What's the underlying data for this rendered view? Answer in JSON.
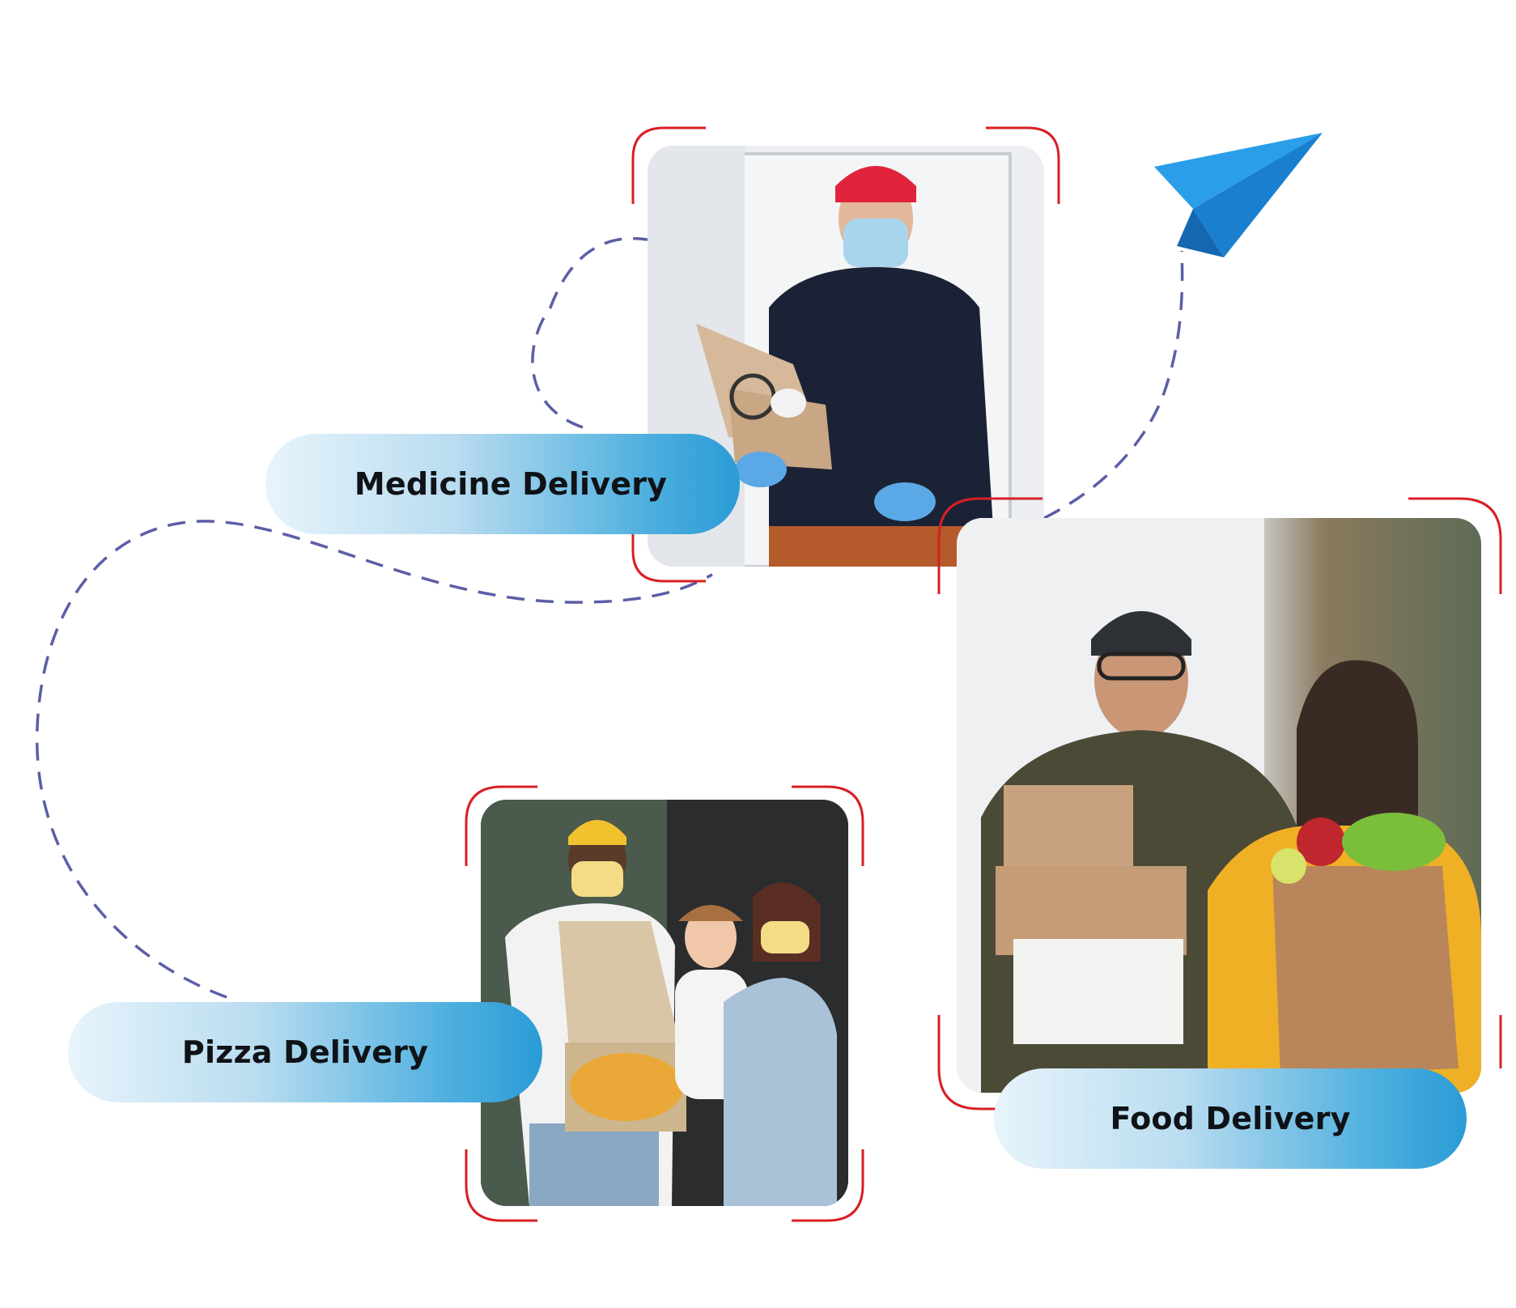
{
  "labels": {
    "medicine": "Medicine Delivery",
    "food": "Food Delivery",
    "pizza": "Pizza Delivery"
  },
  "icons": {
    "plane": "paper-plane-icon"
  },
  "colors": {
    "frame_red": "#d81f26",
    "path_dash": "#5b5ea6",
    "plane_blue": "#1e88d6",
    "pill_start": "#e7f4fb",
    "pill_end": "#2a9bd6"
  }
}
